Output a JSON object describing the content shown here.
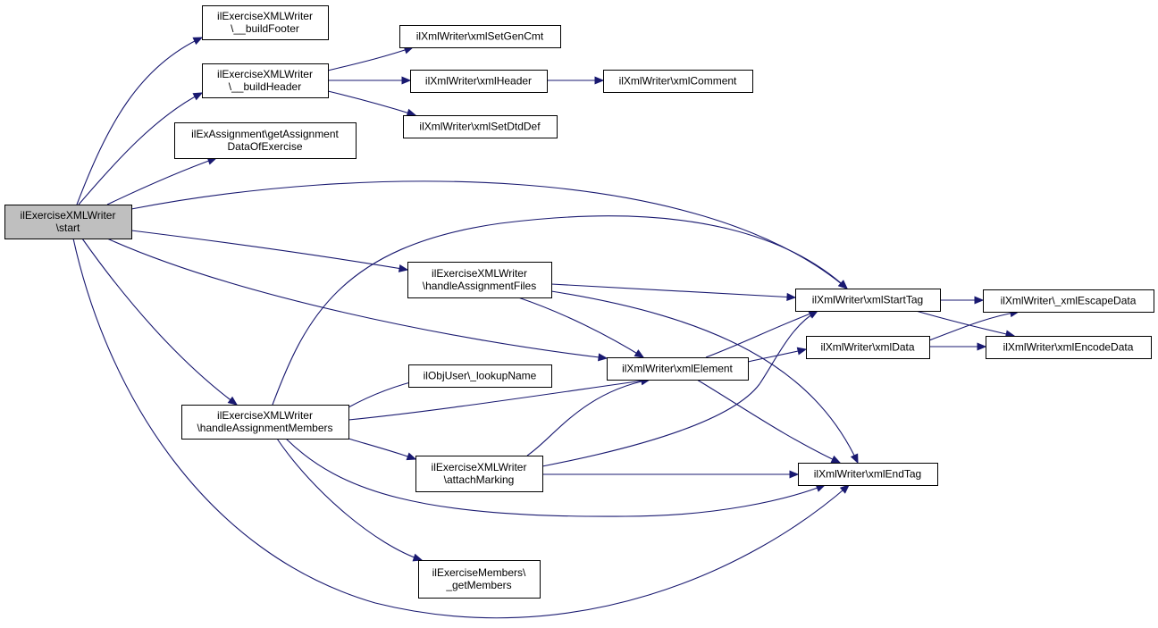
{
  "nodes": [
    {
      "id": "start",
      "lines": [
        "ilExerciseXMLWriter",
        "\\start"
      ],
      "highlight": true
    },
    {
      "id": "buildFooter",
      "lines": [
        "ilExerciseXMLWriter",
        "\\__buildFooter"
      ]
    },
    {
      "id": "buildHeader",
      "lines": [
        "ilExerciseXMLWriter",
        "\\__buildHeader"
      ]
    },
    {
      "id": "getAssignmentData",
      "lines": [
        "ilExAssignment\\getAssignment",
        "DataOfExercise"
      ]
    },
    {
      "id": "handleAssignmentFiles",
      "lines": [
        "ilExerciseXMLWriter",
        "\\handleAssignmentFiles"
      ]
    },
    {
      "id": "handleAssignmentMembers",
      "lines": [
        "ilExerciseXMLWriter",
        "\\handleAssignmentMembers"
      ]
    },
    {
      "id": "xmlSetGenCmt",
      "lines": [
        "ilXmlWriter\\xmlSetGenCmt"
      ]
    },
    {
      "id": "xmlHeader",
      "lines": [
        "ilXmlWriter\\xmlHeader"
      ]
    },
    {
      "id": "xmlSetDtdDef",
      "lines": [
        "ilXmlWriter\\xmlSetDtdDef"
      ]
    },
    {
      "id": "xmlComment",
      "lines": [
        "ilXmlWriter\\xmlComment"
      ]
    },
    {
      "id": "lookupName",
      "lines": [
        "ilObjUser\\_lookupName"
      ]
    },
    {
      "id": "attachMarking",
      "lines": [
        "ilExerciseXMLWriter",
        "\\attachMarking"
      ]
    },
    {
      "id": "getMembers",
      "lines": [
        "ilExerciseMembers\\",
        "_getMembers"
      ]
    },
    {
      "id": "xmlElement",
      "lines": [
        "ilXmlWriter\\xmlElement"
      ]
    },
    {
      "id": "xmlStartTag",
      "lines": [
        "ilXmlWriter\\xmlStartTag"
      ]
    },
    {
      "id": "xmlData",
      "lines": [
        "ilXmlWriter\\xmlData"
      ]
    },
    {
      "id": "xmlEndTag",
      "lines": [
        "ilXmlWriter\\xmlEndTag"
      ]
    },
    {
      "id": "xmlEscapeData",
      "lines": [
        "ilXmlWriter\\_xmlEscapeData"
      ]
    },
    {
      "id": "xmlEncodeData",
      "lines": [
        "ilXmlWriter\\xmlEncodeData"
      ]
    }
  ],
  "edges": [
    {
      "from": "start",
      "to": "buildFooter"
    },
    {
      "from": "start",
      "to": "buildHeader"
    },
    {
      "from": "start",
      "to": "getAssignmentData"
    },
    {
      "from": "start",
      "to": "xmlStartTag"
    },
    {
      "from": "start",
      "to": "handleAssignmentFiles"
    },
    {
      "from": "start",
      "to": "xmlElement"
    },
    {
      "from": "start",
      "to": "handleAssignmentMembers"
    },
    {
      "from": "start",
      "to": "xmlEndTag"
    },
    {
      "from": "buildHeader",
      "to": "xmlSetGenCmt"
    },
    {
      "from": "buildHeader",
      "to": "xmlHeader"
    },
    {
      "from": "buildHeader",
      "to": "xmlSetDtdDef"
    },
    {
      "from": "xmlHeader",
      "to": "xmlComment"
    },
    {
      "from": "handleAssignmentFiles",
      "to": "xmlStartTag"
    },
    {
      "from": "handleAssignmentFiles",
      "to": "xmlElement"
    },
    {
      "from": "handleAssignmentFiles",
      "to": "xmlEndTag"
    },
    {
      "from": "handleAssignmentMembers",
      "to": "xmlStartTag"
    },
    {
      "from": "handleAssignmentMembers",
      "to": "lookupName"
    },
    {
      "from": "handleAssignmentMembers",
      "to": "xmlElement"
    },
    {
      "from": "handleAssignmentMembers",
      "to": "attachMarking"
    },
    {
      "from": "handleAssignmentMembers",
      "to": "xmlEndTag"
    },
    {
      "from": "handleAssignmentMembers",
      "to": "getMembers"
    },
    {
      "from": "attachMarking",
      "to": "xmlElement"
    },
    {
      "from": "attachMarking",
      "to": "xmlStartTag"
    },
    {
      "from": "attachMarking",
      "to": "xmlEndTag"
    },
    {
      "from": "xmlElement",
      "to": "xmlStartTag"
    },
    {
      "from": "xmlElement",
      "to": "xmlData"
    },
    {
      "from": "xmlElement",
      "to": "xmlEndTag"
    },
    {
      "from": "xmlStartTag",
      "to": "xmlEscapeData"
    },
    {
      "from": "xmlStartTag",
      "to": "xmlEncodeData"
    },
    {
      "from": "xmlData",
      "to": "xmlEscapeData"
    },
    {
      "from": "xmlData",
      "to": "xmlEncodeData"
    }
  ]
}
